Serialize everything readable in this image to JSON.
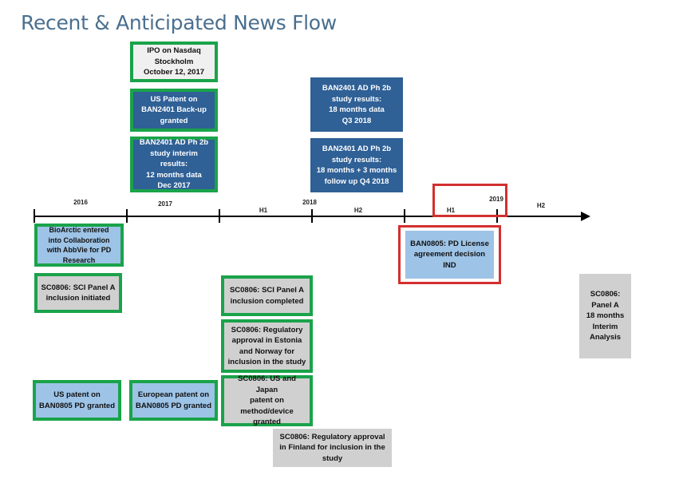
{
  "title": "Recent & Anticipated News Flow",
  "timeline": {
    "years": [
      "2016",
      "2017",
      "2018",
      "2019"
    ],
    "halves": [
      "H1",
      "H2",
      "H1",
      "H2"
    ]
  },
  "boxes": {
    "ipo": "IPO on Nasdaq\nStockholm\nOctober 12, 2017",
    "us_patent_ban2401": "US Patent on\nBAN2401 Back-up\ngranted",
    "ban2401_interim": "BAN2401 AD Ph 2b\nstudy interim results:\n12 months data\nDec 2017",
    "ban2401_18m": "BAN2401 AD Ph 2b\nstudy results:\n18 months data\nQ3 2018",
    "ban2401_18m_3m": "BAN2401 AD Ph 2b\nstudy results:\n18 months  + 3 months\nfollow up Q4 2018",
    "abbvie": "BioArctic entered\ninto Collaboration\nwith AbbVie for PD\nResearch",
    "ban0805_license": "BAN0805: PD License\nagreement decision\nIND",
    "sc0806_initiated": "SC0806: SCI Panel A\ninclusion initiated",
    "sc0806_completed": "SC0806: SCI Panel A\ninclusion completed",
    "sc0806_estonia": "SC0806: Regulatory\napproval in Estonia\nand Norway for\ninclusion in the study",
    "sc0806_us_japan": "SC0806: US and Japan\npatent on\nmethod/device granted",
    "sc0806_finland": "SC0806: Regulatory approval\nin Finland for inclusion in the\nstudy",
    "sc0806_interim": "SC0806:\nPanel A\n18 months\nInterim\nAnalysis",
    "us_patent_ban0805": "US patent on\nBAN0805 PD granted",
    "eu_patent_ban0805": "European patent on\nBAN0805 PD granted"
  },
  "colors": {
    "green_border": "#1aa34a",
    "dark_blue": "#2f6096",
    "light_blue": "#9dc3e6",
    "gray": "#d0d0d0",
    "red": "#d32f2f"
  }
}
